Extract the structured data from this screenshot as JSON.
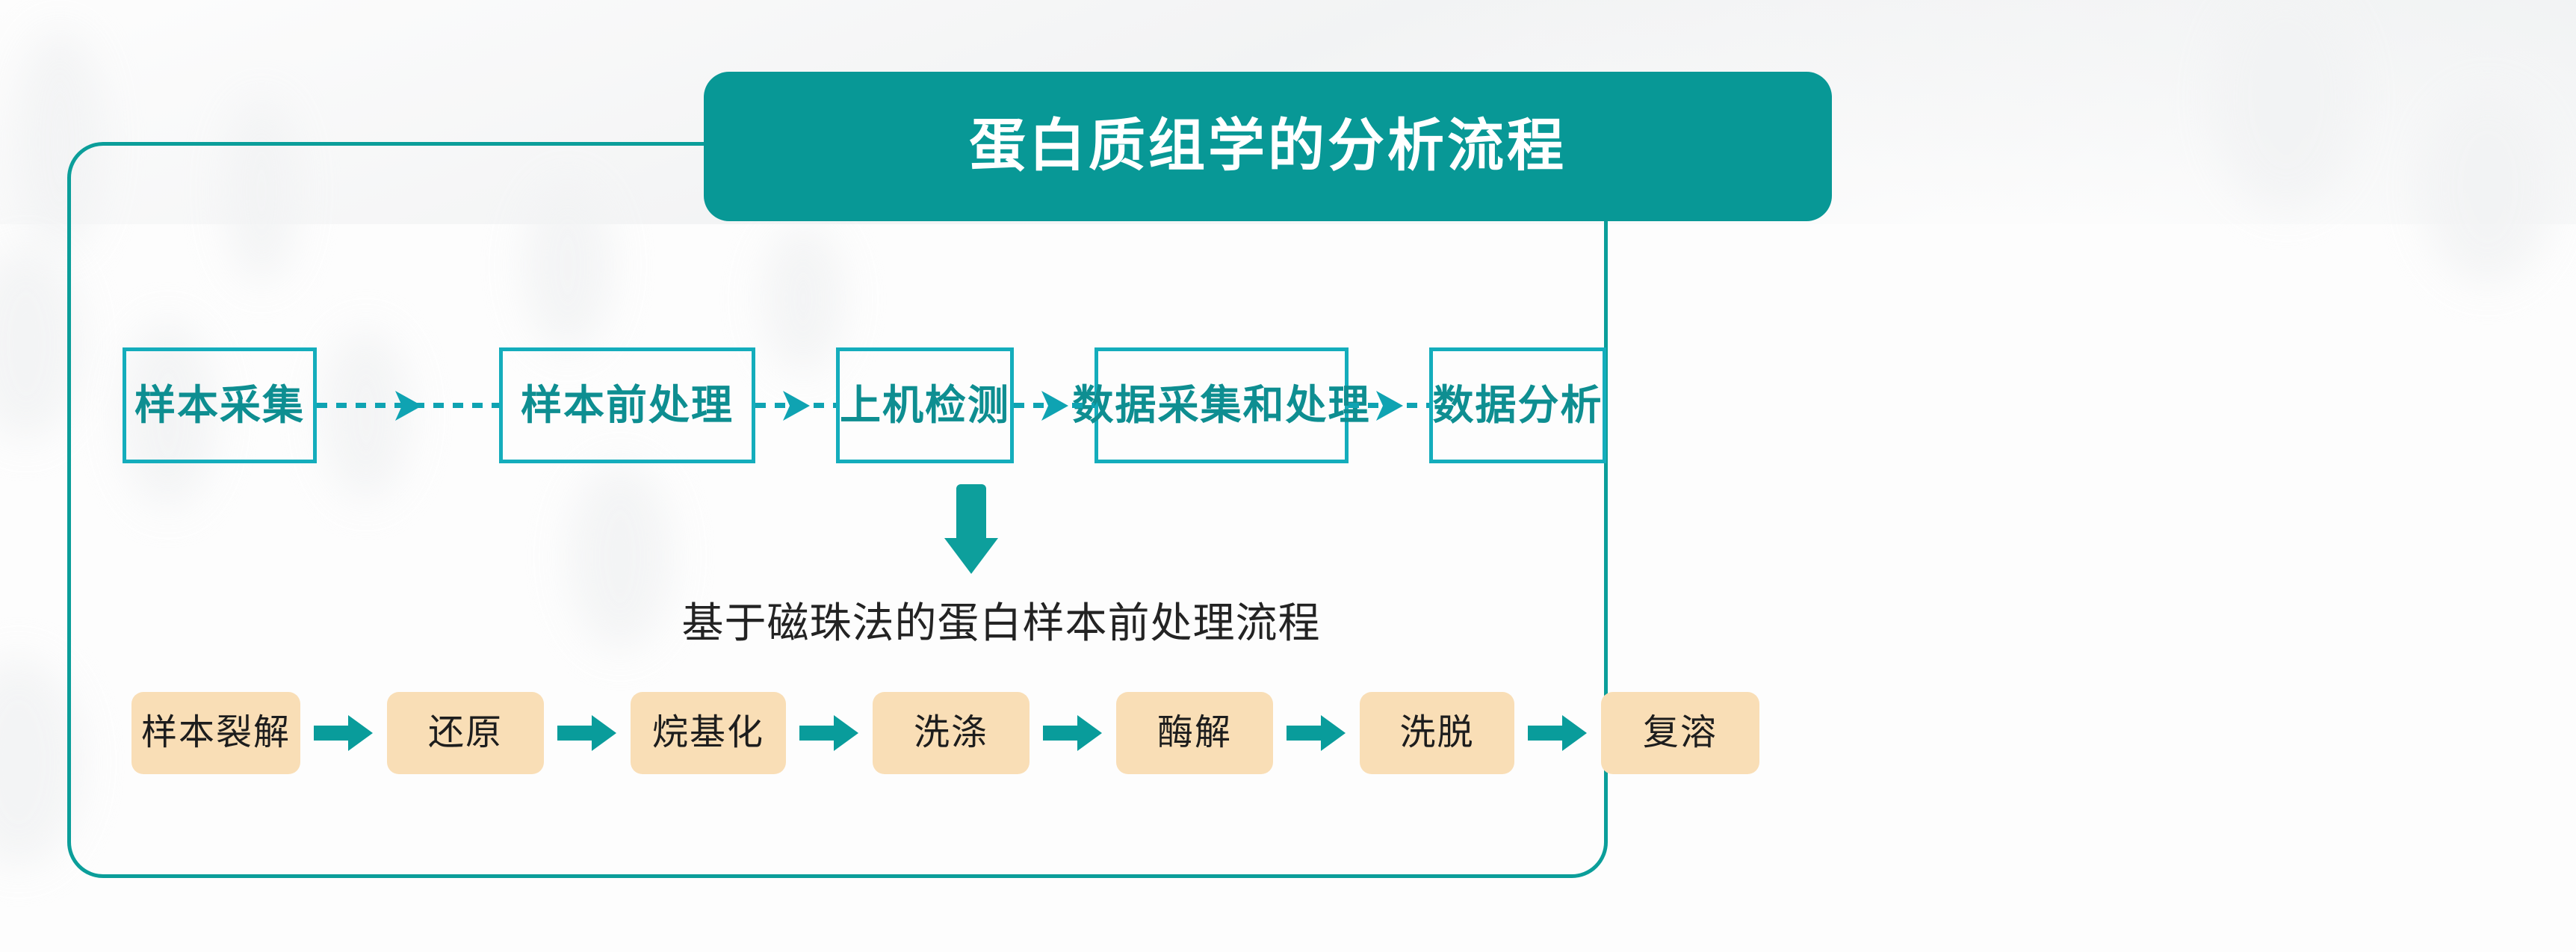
{
  "title": {
    "text": "蛋白质组学的分析流程"
  },
  "colors": {
    "teal_banner": "#089896",
    "teal_frame": "#0B9E9A",
    "cyan_box_border": "#14ADBC",
    "cyan_box_text": "#0E8E91",
    "arrow_teal": "#0FA3B2",
    "peach_fill": "#F9DEB6",
    "dark_text": "#232323",
    "background": "#FDFDFD"
  },
  "pipeline": {
    "stages": [
      {
        "label": "样本采集"
      },
      {
        "label": "样本前处理"
      },
      {
        "label": "上机检测"
      },
      {
        "label": "数据采集和处理"
      },
      {
        "label": "数据分析"
      }
    ],
    "connector_icon": "dashed-arrow-right-icon"
  },
  "branch": {
    "arrow_icon": "down-arrow-icon",
    "from_stage": "样本前处理"
  },
  "subtitle": {
    "text": "基于磁珠法的蛋白样本前处理流程"
  },
  "beads_workflow": {
    "steps": [
      {
        "label": "样本裂解"
      },
      {
        "label": "还原"
      },
      {
        "label": "烷基化"
      },
      {
        "label": "洗涤"
      },
      {
        "label": "酶解"
      },
      {
        "label": "洗脱"
      },
      {
        "label": "复溶"
      }
    ],
    "connector_icon": "block-arrow-right-icon"
  }
}
